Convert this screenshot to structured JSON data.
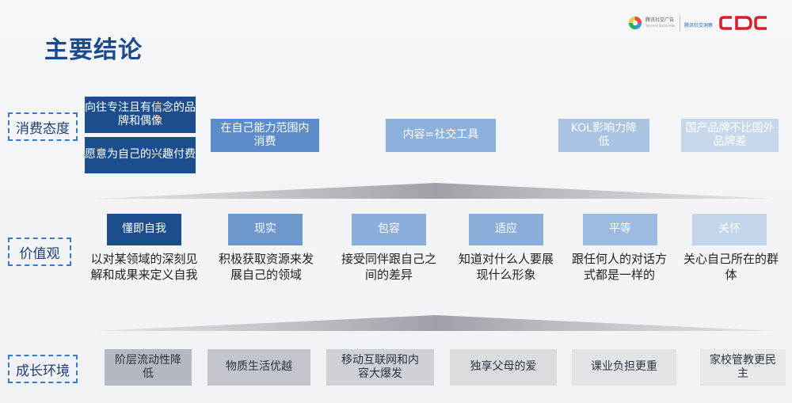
{
  "title": "主要结论",
  "logos": {
    "tencent_cn": "腾讯社交广告",
    "tencent_en": "Tencent Social Ads",
    "insight": "腾讯社交洞察",
    "cdc": "CDC"
  },
  "rows": {
    "consumption": {
      "label": "消费态度",
      "items": [
        "向往专注且有信念的品牌和偶像",
        "愿意为自己的兴趣付费",
        "在自己能力范围内消费",
        "内容=社交工具",
        "KOL影响力降低",
        "国产品牌不比国外品牌差"
      ]
    },
    "values": {
      "label": "价值观",
      "items": [
        {
          "name": "懂即自我",
          "desc": "以对某领域的深刻见解和成果来定义自我"
        },
        {
          "name": "现实",
          "desc": "积极获取资源来发展自己的领域"
        },
        {
          "name": "包容",
          "desc": "接受同伴跟自己之间的差异"
        },
        {
          "name": "适应",
          "desc": "知道对什么人要展现什么形象"
        },
        {
          "name": "平等",
          "desc": "跟任何人的对话方式都是一样的"
        },
        {
          "name": "关怀",
          "desc": "关心自己所在的群体"
        }
      ]
    },
    "environment": {
      "label": "成长环境",
      "items": [
        "阶层流动性降低",
        "物质生活优越",
        "移动互联网和内容大爆发",
        "独享父母的爱",
        "课业负担更重",
        "家校管教更民主"
      ]
    }
  }
}
